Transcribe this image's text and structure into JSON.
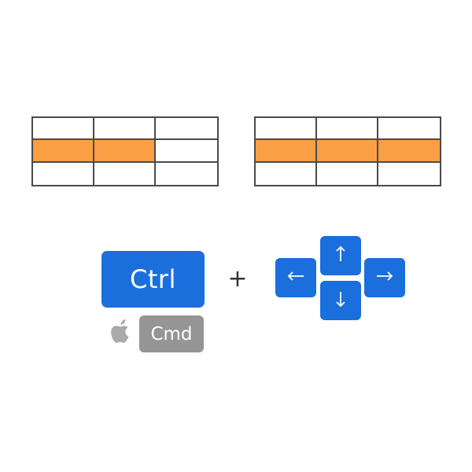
{
  "keys": {
    "ctrl_label": "Ctrl",
    "cmd_label": "Cmd",
    "plus": "+"
  },
  "grids": {
    "left": {
      "rows": 3,
      "cols": 3,
      "highlighted": [
        [
          1,
          0
        ],
        [
          1,
          1
        ]
      ]
    },
    "right": {
      "rows": 3,
      "cols": 3,
      "highlighted": [
        [
          1,
          0
        ],
        [
          1,
          1
        ],
        [
          1,
          2
        ]
      ]
    }
  },
  "icons": {
    "apple": "apple-logo-icon",
    "arrows": [
      "arrow-up-icon",
      "arrow-left-icon",
      "arrow-down-icon",
      "arrow-right-icon"
    ]
  },
  "colors": {
    "key_blue": "#1b6fdc",
    "cmd_gray": "#959595",
    "highlight_orange": "#fb9f44",
    "grid_line": "#4a4a4f"
  }
}
